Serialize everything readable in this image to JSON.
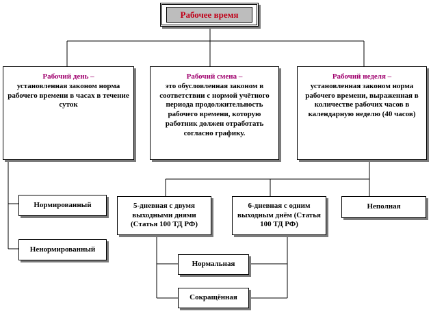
{
  "title": "Рабочее время",
  "top_boxes": [
    {
      "term": "Рабочий день –",
      "desc": "установленная законом норма рабочего времени в часах в течение суток"
    },
    {
      "term": "Рабочий смена –",
      "desc": "это обусловленная законом в соответствии с нормой учётного периода продолжительность рабочего времени, которую работник должен отработать согласно графику."
    },
    {
      "term": "Рабочий неделя –",
      "desc": "установленная законом норма рабочего времени, выраженная в количестве рабочих часов в календарную неделю (40 часов)"
    }
  ],
  "day_types": [
    "Нормированный",
    "Ненормированный"
  ],
  "week_types": [
    "5-дневная с двумя выходными днями (Статья 100 ТД РФ)",
    "6-дневная с одним выходным днём (Статья 100 ТД РФ)",
    "Неполная"
  ],
  "duration_types": [
    "Нормальная",
    "Сокращённая"
  ]
}
